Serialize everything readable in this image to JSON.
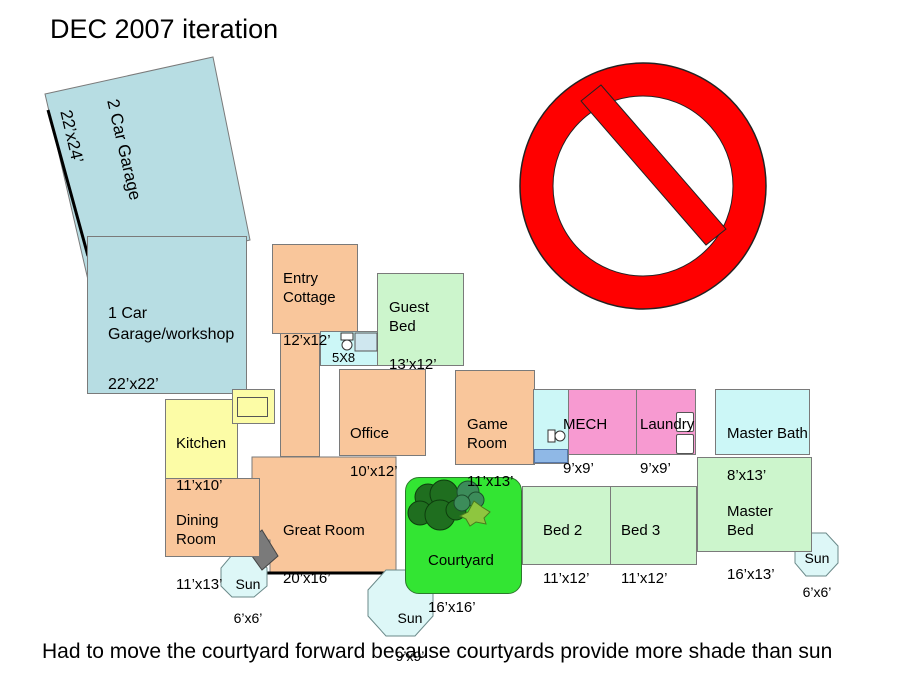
{
  "title": "DEC 2007 iteration",
  "caption": "Had to move the courtyard forward because courtyards provide more shade than sun",
  "rooms": {
    "garage2": {
      "name": "2 Car Garage",
      "size": "22’x24’"
    },
    "garage1": {
      "name": "1 Car\nGarage/workshop",
      "size": "22’x22’"
    },
    "entry": {
      "name": "Entry\nCottage",
      "size": "12’x12’"
    },
    "guest": {
      "name": "Guest\nBed",
      "size": "13’x12’"
    },
    "bath_small": {
      "size": "5X8"
    },
    "kitchen": {
      "name": "Kitchen",
      "size": "11’x10’"
    },
    "office": {
      "name": "Office",
      "size": "10’x12’"
    },
    "game": {
      "name": "Game\nRoom",
      "size": "11’x13’"
    },
    "mech": {
      "name": "MECH",
      "size": "9’x9’"
    },
    "laundry": {
      "name": "Laundry",
      "size": "9’x9’"
    },
    "master_bath": {
      "name": "Master Bath",
      "size": "8’x13’"
    },
    "dining": {
      "name": "Dining\nRoom",
      "size": "11’x13’"
    },
    "great": {
      "name": "Great Room",
      "size": "20’x16’"
    },
    "courtyard": {
      "name": "Courtyard",
      "size": "16’x16’"
    },
    "bed2": {
      "name": "Bed 2",
      "size": "11’x12’"
    },
    "bed3": {
      "name": "Bed 3",
      "size": "11’x12’"
    },
    "master_bed": {
      "name": "Master\nBed",
      "size": "16’x13’"
    },
    "sun_left": {
      "name": "Sun",
      "size": "6’x6’"
    },
    "sun_mid": {
      "name": "Sun",
      "size": "9’x9’"
    },
    "sun_right": {
      "name": "Sun",
      "size": "6’x6’"
    }
  },
  "colors": {
    "room_peach": "#f9c69b",
    "room_mint": "#ccf5cc",
    "room_cyan": "#ccf7f7",
    "room_pink": "#f79ad1",
    "room_yellow": "#fcfca6",
    "garage_blue": "#b7dde3",
    "courtyard_green": "#33e533",
    "prohibition_red": "#ff0000"
  },
  "icons": {
    "prohibition": "no-symbol-icon",
    "trees": "tree-cluster-icon",
    "toilet": "toilet-icon"
  }
}
